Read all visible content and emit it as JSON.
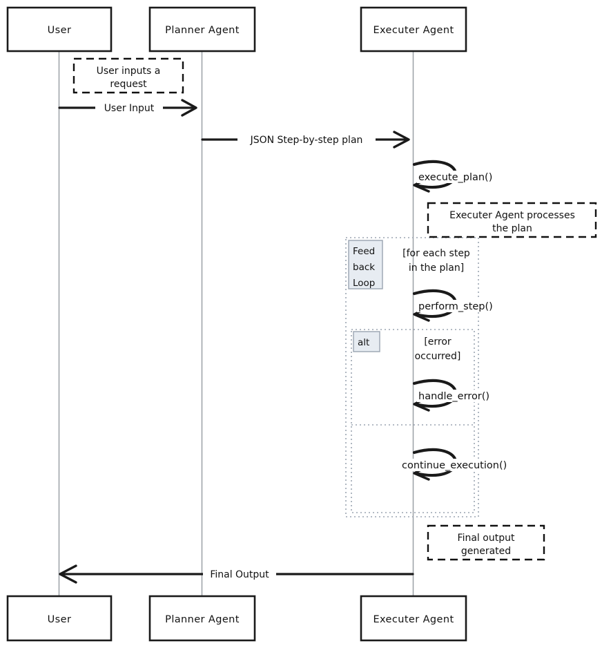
{
  "diagram": {
    "type": "sequence-diagram",
    "title": "Planner / Executer Agent sequence",
    "colors": {
      "stroke": "#1a1a1a",
      "lifeline": "#9aa0a6",
      "frame_stroke": "#9aa4b0",
      "frame_label_fill": "#e7ecf2",
      "background": "#ffffff"
    }
  },
  "participants": [
    {
      "id": "user",
      "label": "User"
    },
    {
      "id": "planner",
      "label": "Planner Agent"
    },
    {
      "id": "executer",
      "label": "Executer Agent"
    }
  ],
  "participants_bottom": [
    {
      "id": "user",
      "label": "User"
    },
    {
      "id": "planner",
      "label": "Planner Agent"
    },
    {
      "id": "executer",
      "label": "Executer Agent"
    }
  ],
  "notes": [
    {
      "id": "note-user-request",
      "line1": "User inputs a",
      "line2": "request"
    },
    {
      "id": "note-executer-processes",
      "line1": "Executer Agent processes",
      "line2": "the plan"
    },
    {
      "id": "note-final-output",
      "line1": "Final output",
      "line2": "generated"
    }
  ],
  "messages": [
    {
      "id": "msg-user-input",
      "label": "User Input",
      "from": "user",
      "to": "planner",
      "direction": "right"
    },
    {
      "id": "msg-json-plan",
      "label": "JSON Step-by-step plan",
      "from": "planner",
      "to": "executer",
      "direction": "right"
    },
    {
      "id": "msg-final-output",
      "label": "Final Output",
      "from": "executer",
      "to": "user",
      "direction": "left"
    }
  ],
  "self_messages": [
    {
      "id": "self-execute-plan",
      "label": "execute_plan()",
      "on": "executer"
    },
    {
      "id": "self-perform-step",
      "label": "perform_step()",
      "on": "executer"
    },
    {
      "id": "self-handle-error",
      "label": "handle_error()",
      "on": "executer"
    },
    {
      "id": "self-continue-execution",
      "label": "continue_execution()",
      "on": "executer"
    }
  ],
  "frames": [
    {
      "id": "frame-loop",
      "kind": "loop",
      "label_line1": "Feed",
      "label_line2": "back",
      "label_line3": "Loop",
      "guard_line1": "[for each step",
      "guard_line2": "in the plan]"
    },
    {
      "id": "frame-alt",
      "kind": "alt",
      "label": "alt",
      "guard_line1": "[error",
      "guard_line2": "occurred]"
    }
  ]
}
